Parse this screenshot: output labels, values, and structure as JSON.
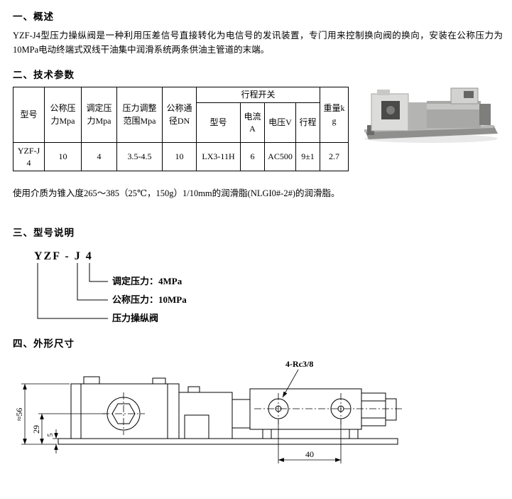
{
  "sections": {
    "overview": {
      "heading": "一、概述",
      "body": "YZF-J4型压力操纵阀是一种利用压差信号直接转化为电信号的发讯装置，专门用来控制换向阀的换向，安装在公称压力为10MPa电动终端式双线干油集中润滑系统两条供油主管道的末端。"
    },
    "tech_params": {
      "heading": "二、技术参数",
      "table": {
        "col_headers": [
          "型号",
          "公称压力Mpa",
          "调定压力Mpa",
          "压力调整范围Mpa",
          "公称通径DN",
          "重量kg"
        ],
        "switch_group": "行程开关",
        "switch_cols": [
          "型号",
          "电流A",
          "电压V",
          "行程"
        ],
        "row": [
          "YZF-J4",
          "10",
          "4",
          "3.5-4.5",
          "10",
          "LX3-11H",
          "6",
          "AC500",
          "9±1",
          "2.7"
        ]
      },
      "note": "使用介质为锥入度265～385（25℃，150g）1/10mm的润滑脂(NLGI0#-2#)的润滑脂。"
    },
    "model_desc": {
      "heading": "三、型号说明",
      "code": "YZF - J 4",
      "labels": [
        "调定压力：4MPa",
        "公称压力：10MPa",
        "压力操纵阀"
      ]
    },
    "dimensions": {
      "heading": "四、外形尺寸",
      "labels": {
        "total_height": "≈56",
        "center_height": "29",
        "base_thickness": "5",
        "port_spacing": "40",
        "thread": "4-Rc3/8"
      }
    }
  }
}
